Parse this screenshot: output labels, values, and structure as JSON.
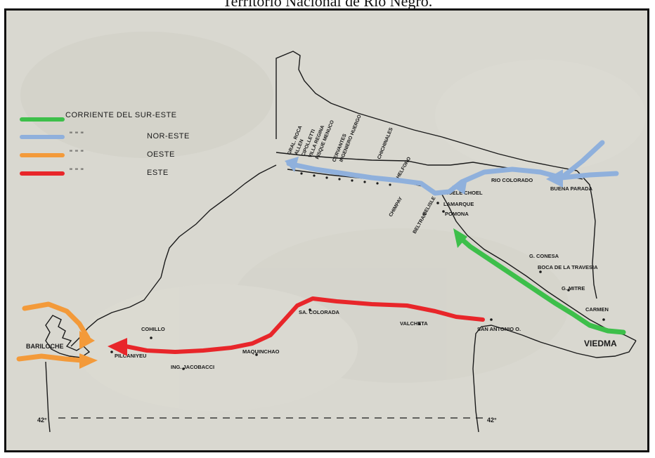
{
  "title": "Territorio Nacional de Río Negro.",
  "legend": [
    {
      "color": "#3dbf4a",
      "label": "CORRIENTE DEL SUR-ESTE"
    },
    {
      "color": "#8fb0dc",
      "label": "NOR-ESTE",
      "ditto": "\"   \"   \""
    },
    {
      "color": "#f39a3a",
      "label": "OESTE",
      "ditto": "\"   \"   \""
    },
    {
      "color": "#e8262a",
      "label": "ESTE",
      "ditto": "\"   \"   \""
    }
  ],
  "places": {
    "rio_colorado": "RIO COLORADO",
    "buena_parada": "BUENA PARADA",
    "choele_choel": "CHOELE CHOEL",
    "lamarque": "LAMARQUE",
    "pomona": "POMONA",
    "conesa": "G. CONESA",
    "boca_travesia": "BOCA DE LA TRAVESIA",
    "mitre": "G. MITRE",
    "viedma": "VIEDMA",
    "carmen": "CARMEN",
    "sa_colorada": "SA. COLORADA",
    "valcheta": "VALCHETA",
    "san_antonio": "SAN ANTONIO O.",
    "cohillo": "COHILLO",
    "pilcaniyeu": "PILCANIYEU",
    "jacobacci": "ING. JACOBACCI",
    "maquinchao": "MAQUINCHAO",
    "bariloche": "BARILOCHE",
    "parallel_left": "42°",
    "parallel_right": "42°"
  },
  "valley_towns": [
    "GRAL. ROCA",
    "ALLEN",
    "CIPOLLETTI",
    "VILLA REGINA",
    "FISQUE MENUCO",
    "CHICHINALES",
    "CERVANTES",
    "INGENIERO HUERGO",
    "CHIMPAY",
    "CHELFORO",
    "BELTRAN",
    "BELISLE"
  ],
  "colors": {
    "paper": "#d9d8d0",
    "ink": "#1a1a1a",
    "green": "#3dbf4a",
    "blue": "#8fb0dc",
    "orange": "#f39a3a",
    "red": "#e8262a"
  }
}
